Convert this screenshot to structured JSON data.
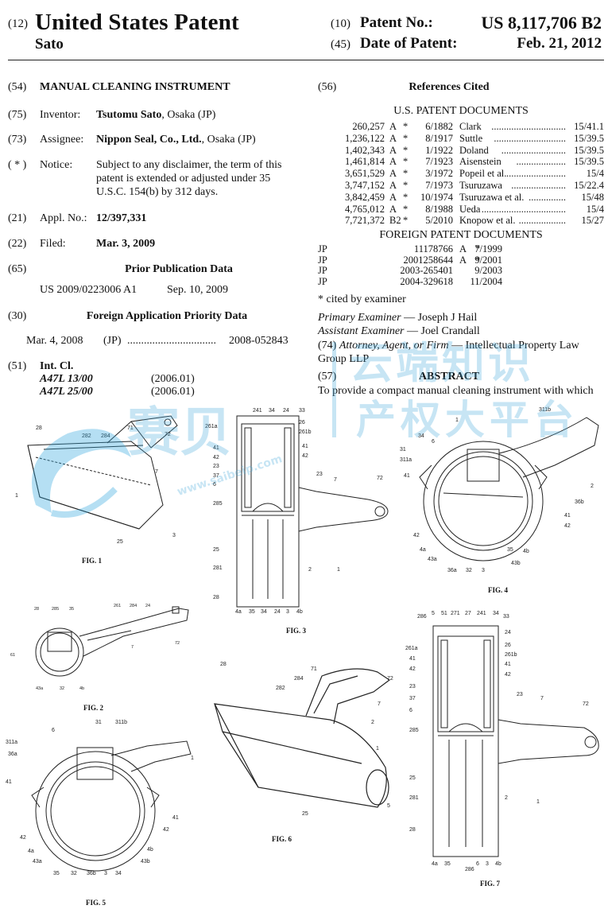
{
  "header": {
    "code12": "(12)",
    "title": "United States Patent",
    "inventor_short": "Sato",
    "code10": "(10)",
    "patent_no_label": "Patent No.:",
    "patent_no": "US 8,117,706 B2",
    "code45": "(45)",
    "date_label": "Date of Patent:",
    "date": "Feb. 21, 2012"
  },
  "left": {
    "title_code": "(54)",
    "title": "MANUAL CLEANING INSTRUMENT",
    "inventor_code": "(75)",
    "inventor_label": "Inventor:",
    "inventor_name": "Tsutomu Sato",
    "inventor_loc": ", Osaka (JP)",
    "assignee_code": "(73)",
    "assignee_label": "Assignee:",
    "assignee_name": "Nippon Seal, Co., Ltd.",
    "assignee_loc": ", Osaka (JP)",
    "notice_code": "( * )",
    "notice_label": "Notice:",
    "notice_line1": "Subject to any disclaimer, the term of this",
    "notice_line2": "patent is extended or adjusted under 35",
    "notice_line3": "U.S.C. 154(b) by 312 days.",
    "appl_code": "(21)",
    "appl_label": "Appl. No.:",
    "appl_no": "12/397,331",
    "filed_code": "(22)",
    "filed_label": "Filed:",
    "filed_date": "Mar. 3, 2009",
    "prior_code": "(65)",
    "prior_heading": "Prior Publication Data",
    "prior_pub": "US 2009/0223006 A1",
    "prior_date": "Sep. 10, 2009",
    "foreign_code": "(30)",
    "foreign_heading": "Foreign Application Priority Data",
    "foreign_date": "Mar. 4, 2008",
    "foreign_country": "(JP)",
    "foreign_dots": "................................",
    "foreign_no": "2008-052843",
    "int_code": "(51)",
    "int_heading": "Int. Cl.",
    "int_class1": "A47L 13/00",
    "int_class1_date": "(2006.01)",
    "int_class2": "A47L 25/00",
    "int_class2_date": "(2006.01)"
  },
  "right": {
    "refs_code": "(56)",
    "refs_heading": "References Cited",
    "us_heading": "U.S. PATENT DOCUMENTS",
    "us_docs": [
      {
        "num": "260,257",
        "kind": "A",
        "star": "*",
        "date": "6/1882",
        "name": "Clark",
        "dots": "..............................",
        "cls": "15/41.1"
      },
      {
        "num": "1,236,122",
        "kind": "A",
        "star": "*",
        "date": "8/1917",
        "name": "Suttle",
        "dots": ".............................",
        "cls": "15/39.5"
      },
      {
        "num": "1,402,343",
        "kind": "A",
        "star": "*",
        "date": "1/1922",
        "name": "Doland",
        "dots": "..........................",
        "cls": "15/39.5"
      },
      {
        "num": "1,461,814",
        "kind": "A",
        "star": "*",
        "date": "7/1923",
        "name": "Aisenstein",
        "dots": "....................",
        "cls": "15/39.5"
      },
      {
        "num": "3,651,529",
        "kind": "A",
        "star": "*",
        "date": "3/1972",
        "name": "Popeil et al.",
        "dots": "........................",
        "cls": "15/4"
      },
      {
        "num": "3,747,152",
        "kind": "A",
        "star": "*",
        "date": "7/1973",
        "name": "Tsuruzawa",
        "dots": "......................",
        "cls": "15/22.4"
      },
      {
        "num": "3,842,459",
        "kind": "A",
        "star": "*",
        "date": "10/1974",
        "name": "Tsuruzawa et al.",
        "dots": "...............",
        "cls": "15/48"
      },
      {
        "num": "4,765,012",
        "kind": "A",
        "star": "*",
        "date": "8/1988",
        "name": "Ueda",
        "dots": "..................................",
        "cls": "15/4"
      },
      {
        "num": "7,721,372",
        "kind": "B2",
        "star": "*",
        "date": "5/2010",
        "name": "Knopow et al.",
        "dots": "...................",
        "cls": "15/27"
      }
    ],
    "foreign_heading": "FOREIGN PATENT DOCUMENTS",
    "foreign_docs": [
      {
        "country": "JP",
        "num": "11178766",
        "kind": "A",
        "star": "*",
        "date": "7/1999"
      },
      {
        "country": "JP",
        "num": "2001258644",
        "kind": "A",
        "star": "*",
        "date": "9/2001"
      },
      {
        "country": "JP",
        "num": "2003-265401",
        "kind": "",
        "star": "",
        "date": "9/2003"
      },
      {
        "country": "JP",
        "num": "2004-329618",
        "kind": "",
        "star": "",
        "date": "11/2004"
      }
    ],
    "cited_note": "* cited by examiner",
    "primary_label": "Primary Examiner",
    "primary_name": "— Joseph J Hail",
    "assistant_label": "Assistant Examiner",
    "assistant_name": "— Joel Crandall",
    "attorney_code": "(74)",
    "attorney_label": "Attorney, Agent, or Firm",
    "attorney_line1": "— Intellectual Property Law",
    "attorney_line2": "Group LLP",
    "abstract_code": "(57)",
    "abstract_heading": "ABSTRACT",
    "abstract_text": "To provide a compact manual cleaning instrument with which"
  },
  "figures": {
    "fig1": "FIG. 1",
    "fig2": "FIG. 2",
    "fig3": "FIG. 3",
    "fig4": "FIG. 4",
    "fig5": "FIG. 5",
    "fig6": "FIG. 6",
    "fig7": "FIG. 7"
  },
  "watermark": {
    "cn1": "赛贝",
    "cn2": "云端知识",
    "cn3": "产权大平台",
    "url": "www.saibeip.com"
  }
}
